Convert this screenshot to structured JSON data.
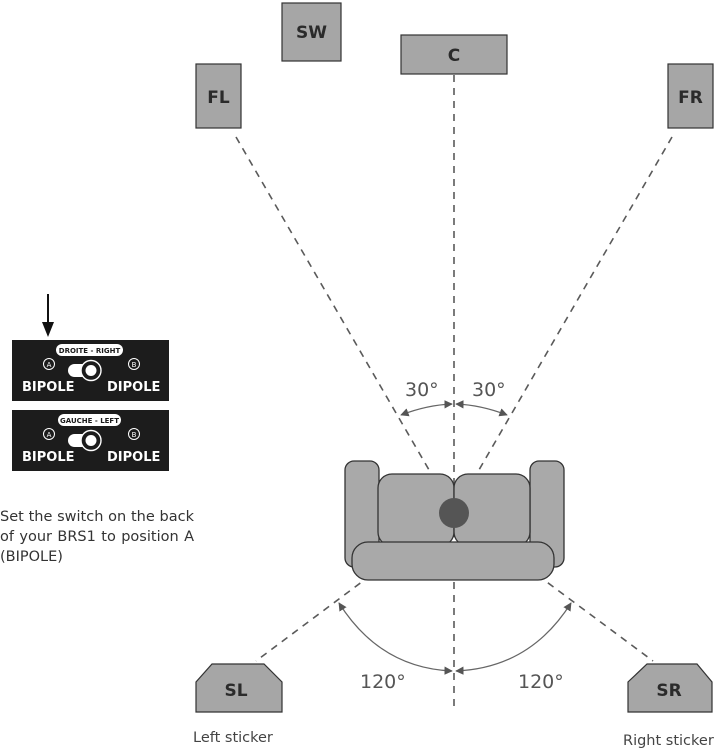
{
  "speakers": {
    "sw": "SW",
    "c": "C",
    "fl": "FL",
    "fr": "FR",
    "sl": "SL",
    "sr": "SR"
  },
  "angles": {
    "left_front": "30°",
    "right_front": "30°",
    "left_surround": "120°",
    "right_surround": "120°"
  },
  "switch_panels": [
    {
      "header": "DROITE - RIGHT",
      "pos_a": "A",
      "pos_b": "B",
      "left_label": "BIPOLE",
      "right_label": "DIPOLE"
    },
    {
      "header": "GAUCHE - LEFT",
      "pos_a": "A",
      "pos_b": "B",
      "left_label": "BIPOLE",
      "right_label": "DIPOLE"
    }
  ],
  "instruction": "Set the switch on the back of your BRS1 to position A (BIPOLE)",
  "captions": {
    "left": "Left sticker",
    "right": "Right sticker"
  },
  "colors": {
    "speaker_fill": "#a6a6a6",
    "sofa_fill": "#a9a9a9",
    "listener_fill": "#555555",
    "panel_fill": "#1c1c1c",
    "line": "#5a5a5a"
  }
}
